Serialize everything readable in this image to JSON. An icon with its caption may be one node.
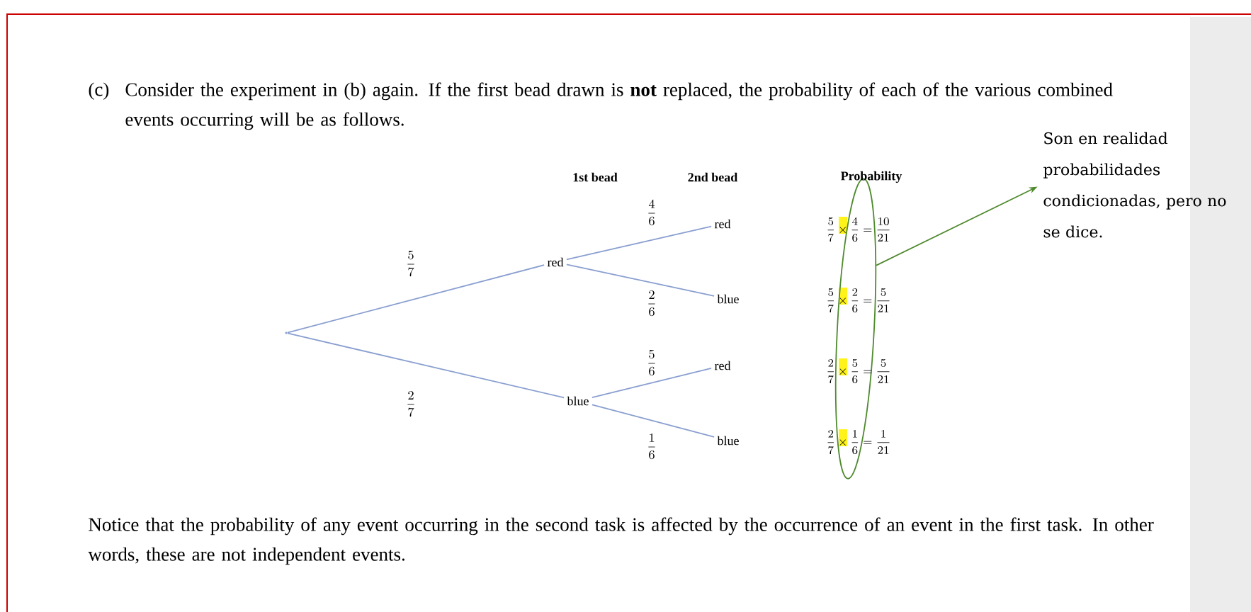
{
  "diagram": {
    "nodes": [
      {
        "text": [],
        "shape": "point"
      },
      {
        "text": [
          "red"
        ]
      },
      {
        "text": [
          "blue"
        ]
      },
      {
        "text": [
          "red"
        ]
      },
      {
        "text": [
          "blue"
        ]
      },
      {
        "text": [
          "red"
        ]
      },
      {
        "text": [
          "blue"
        ]
      },
      {
        "text": [],
        "shape": "ellipse"
      },
      {
        "text": [
          "Son en realidad probabilidades condicionadas, pero no se dice."
        ]
      }
    ],
    "edges": [
      {
        "from": 0,
        "to": 1,
        "arrow": "none",
        "label": "\\frac{5}{7}"
      },
      {
        "from": 0,
        "to": 2,
        "arrow": "none",
        "label": "\\frac{2}{7}"
      },
      {
        "from": 1,
        "to": 3,
        "arrow": "none",
        "label": "\\frac{4}{6}"
      },
      {
        "from": 1,
        "to": 4,
        "arrow": "none",
        "label": "\\frac{2}{6}"
      },
      {
        "from": 2,
        "to": 5,
        "arrow": "none",
        "label": "\\frac{5}{6}"
      },
      {
        "from": 2,
        "to": 6,
        "arrow": "none",
        "label": "\\frac{1}{6}"
      },
      {
        "from": 7,
        "to": 8,
        "arrow": "to",
        "color": "#4f8a2e"
      }
    ],
    "labels": [
      "(c)",
      "Consider the experiment in (b) again. If the first bead drawn is **not** replaced, the probability of each of the various combined events occurring will be as follows.",
      "1st bead",
      "2nd bead",
      "Probability",
      "\\frac{5}{7}\\times\\frac{4}{6}=\\frac{10}{21}",
      "\\frac{5}{7}\\times\\frac{2}{6}=\\frac{5}{21}",
      "\\frac{2}{7}\\times\\frac{5}{6}=\\frac{5}{21}",
      "\\frac{2}{7}\\times\\frac{1}{6}=\\frac{1}{21}",
      "Notice that the probability of any event occurring in the second task is affected by the occurrence of an event in the first task. In other words, these are not independent events."
    ]
  }
}
